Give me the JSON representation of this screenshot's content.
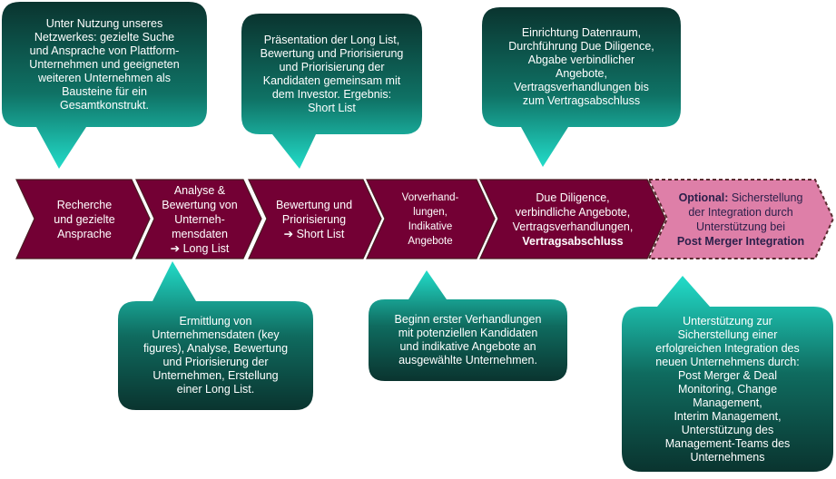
{
  "colors": {
    "chevron_fill": "#730034",
    "chevron_outline": "#4a1a22",
    "optional_fill": "#de7fa8",
    "optional_outline": "#5a2a30",
    "callout_dark": "#0a342f",
    "callout_light": "#20d8c6"
  },
  "chevrons": [
    {
      "text": "Recherche\nund gezielte\nAnsprache"
    },
    {
      "text": "Analyse &\nBewertung von\nUnterneh-\nmensdaten\n➔ Long List"
    },
    {
      "text": "Bewertung und\nPriorisierung\n➔ Short List"
    },
    {
      "text": "Vorverhand-\nlungen,\nIndikative\nAngebote"
    },
    {
      "text": "Due Diligence,\nverbindliche Angebote,\nVertragsverhandlungen,",
      "bold": "Vertragsabschluss"
    },
    {
      "bold_prefix": "Optional:",
      "text": " Sicherstellung\nder Integration durch\nUnterstützung bei",
      "bold": "Post Merger Integration"
    }
  ],
  "callouts_top": [
    {
      "text": "Unter Nutzung unseres\nNetzwerkes:  gezielte Suche\nund Ansprache von Plattform-\nUnternehmen und geeigneten\nweiteren Unternehmen als\nBausteine für ein\nGesamtkonstrukt."
    },
    {
      "text": "Präsentation der Long List,\nBewertung und Priorisierung\nund Priorisierung der\nKandidaten gemeinsam mit\ndem Investor. Ergebnis:\nShort List"
    },
    {
      "text": "Einrichtung Datenraum,\nDurchführung Due Diligence,\nAbgabe verbindlicher\nAngebote,\nVertragsverhandlungen bis\nzum Vertragsabschluss"
    }
  ],
  "callouts_bottom": [
    {
      "text": "Ermittlung von\nUnternehmensdaten (key\nfigures), Analyse, Bewertung\nund Priorisierung der\nUnternehmen, Erstellung\neiner Long List."
    },
    {
      "text": "Beginn erster Verhandlungen\nmit potenziellen Kandidaten\nund indikative Angebote an\nausgewählte Unternehmen."
    },
    {
      "text": "Unterstützung zur\nSicherstellung einer\nerfolgreichen Integration des\nneuen Unternehmens durch:\nPost Merger & Deal\nMonitoring, Change\nManagement,\nInterim Management,\nUnterstützung des\nManagement-Teams des\nUnternehmens"
    }
  ]
}
